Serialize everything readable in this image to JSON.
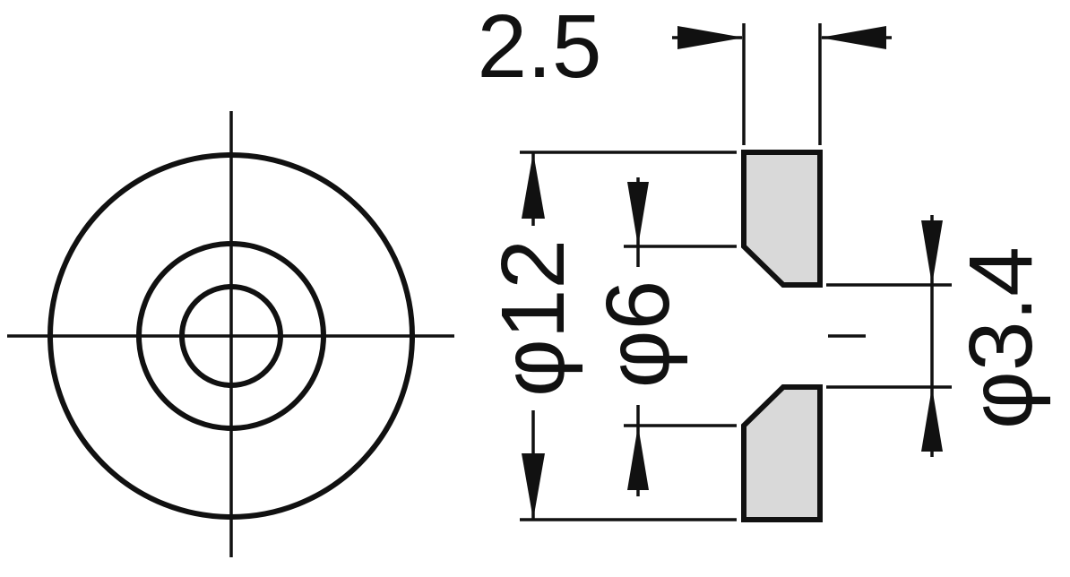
{
  "drawing": {
    "colors": {
      "line": "#111111",
      "section_fill": "#d9d9d9",
      "background": "#ffffff"
    },
    "dimensions": {
      "thickness": {
        "label": "2.5",
        "value": 2.5
      },
      "outer_diameter": {
        "label": "φ12",
        "value": 12
      },
      "countersink_diameter": {
        "label": "φ6",
        "value": 6
      },
      "hole_diameter": {
        "label": "φ3.4",
        "value": 3.4
      }
    }
  }
}
